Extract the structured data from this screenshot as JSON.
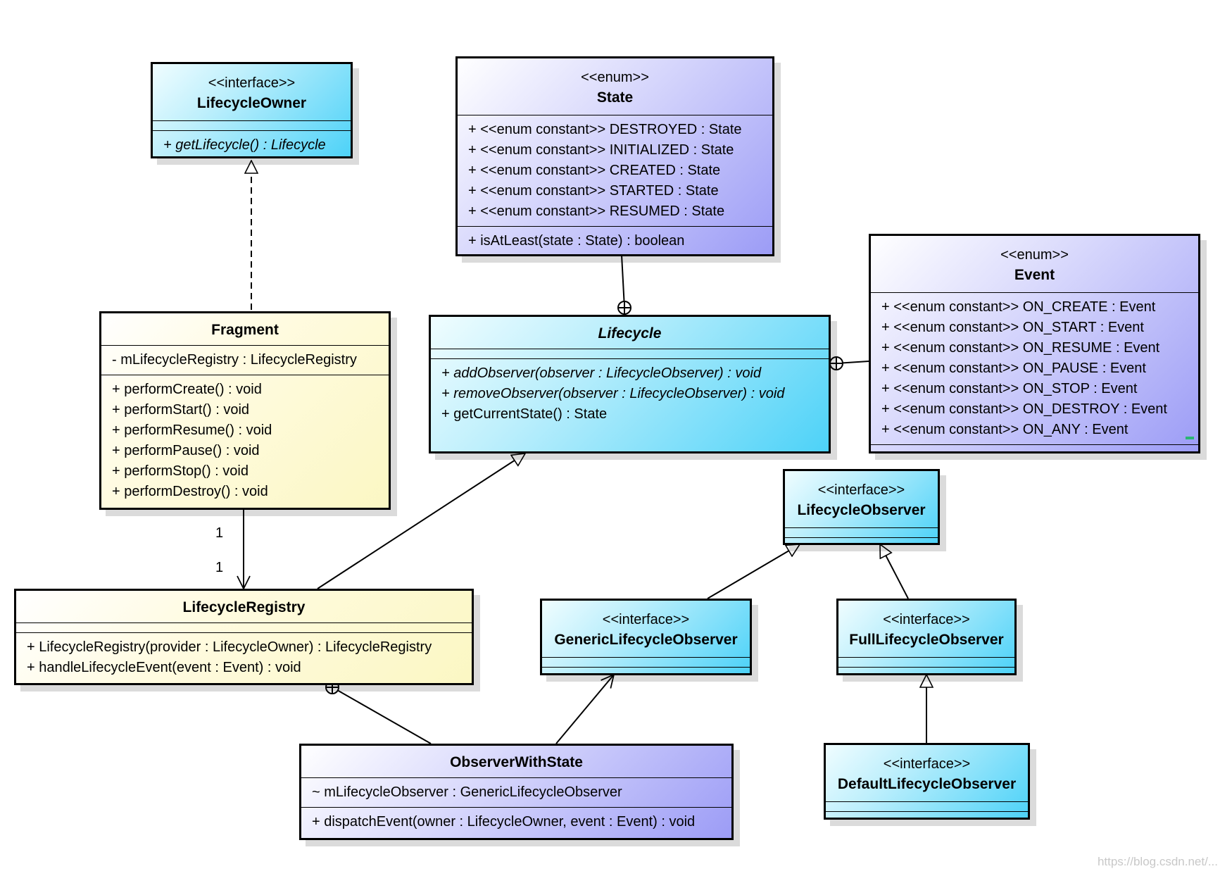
{
  "classes": {
    "lifecycle_owner": {
      "stereotype": "<<interface>>",
      "name": "LifecycleOwner",
      "operations": [
        "+ getLifecycle() : Lifecycle"
      ]
    },
    "state": {
      "stereotype": "<<enum>>",
      "name": "State",
      "attributes": [
        "+ <<enum constant>> DESTROYED : State",
        "+ <<enum constant>> INITIALIZED : State",
        "+ <<enum constant>> CREATED : State",
        "+ <<enum constant>> STARTED : State",
        "+ <<enum constant>> RESUMED : State"
      ],
      "operations": [
        "+ isAtLeast(state : State) : boolean"
      ]
    },
    "event": {
      "stereotype": "<<enum>>",
      "name": "Event",
      "attributes": [
        "+ <<enum constant>> ON_CREATE : Event",
        "+ <<enum constant>> ON_START : Event",
        "+ <<enum constant>> ON_RESUME : Event",
        "+ <<enum constant>> ON_PAUSE : Event",
        "+ <<enum constant>> ON_STOP : Event",
        "+ <<enum constant>> ON_DESTROY : Event",
        "+ <<enum constant>> ON_ANY : Event"
      ]
    },
    "fragment": {
      "name": "Fragment",
      "attributes": [
        "- mLifecycleRegistry : LifecycleRegistry"
      ],
      "operations": [
        "+ performCreate() : void",
        "+ performStart() : void",
        "+ performResume() : void",
        "+ performPause() : void",
        "+ performStop() : void",
        "+ performDestroy() : void"
      ]
    },
    "lifecycle": {
      "name": "Lifecycle",
      "operations": [
        "+ addObserver(observer : LifecycleObserver) : void",
        "+ removeObserver(observer : LifecycleObserver) : void",
        "+ getCurrentState() : State"
      ]
    },
    "lifecycle_observer": {
      "stereotype": "<<interface>>",
      "name": "LifecycleObserver"
    },
    "lifecycle_registry": {
      "name": "LifecycleRegistry",
      "operations": [
        "+ LifecycleRegistry(provider : LifecycleOwner) : LifecycleRegistry",
        "+ handleLifecycleEvent(event : Event) : void"
      ]
    },
    "generic_lifecycle_observer": {
      "stereotype": "<<interface>>",
      "name": "GenericLifecycleObserver"
    },
    "full_lifecycle_observer": {
      "stereotype": "<<interface>>",
      "name": "FullLifecycleObserver"
    },
    "observer_with_state": {
      "name": "ObserverWithState",
      "attributes": [
        "~ mLifecycleObserver : GenericLifecycleObserver"
      ],
      "operations": [
        "+ dispatchEvent(owner : LifecycleOwner, event : Event) : void"
      ]
    },
    "default_lifecycle_observer": {
      "stereotype": "<<interface>>",
      "name": "DefaultLifecycleObserver"
    }
  },
  "multiplicities": {
    "fragment_end": "1",
    "registry_end": "1"
  },
  "watermark": "https://blog.csdn.net/..."
}
